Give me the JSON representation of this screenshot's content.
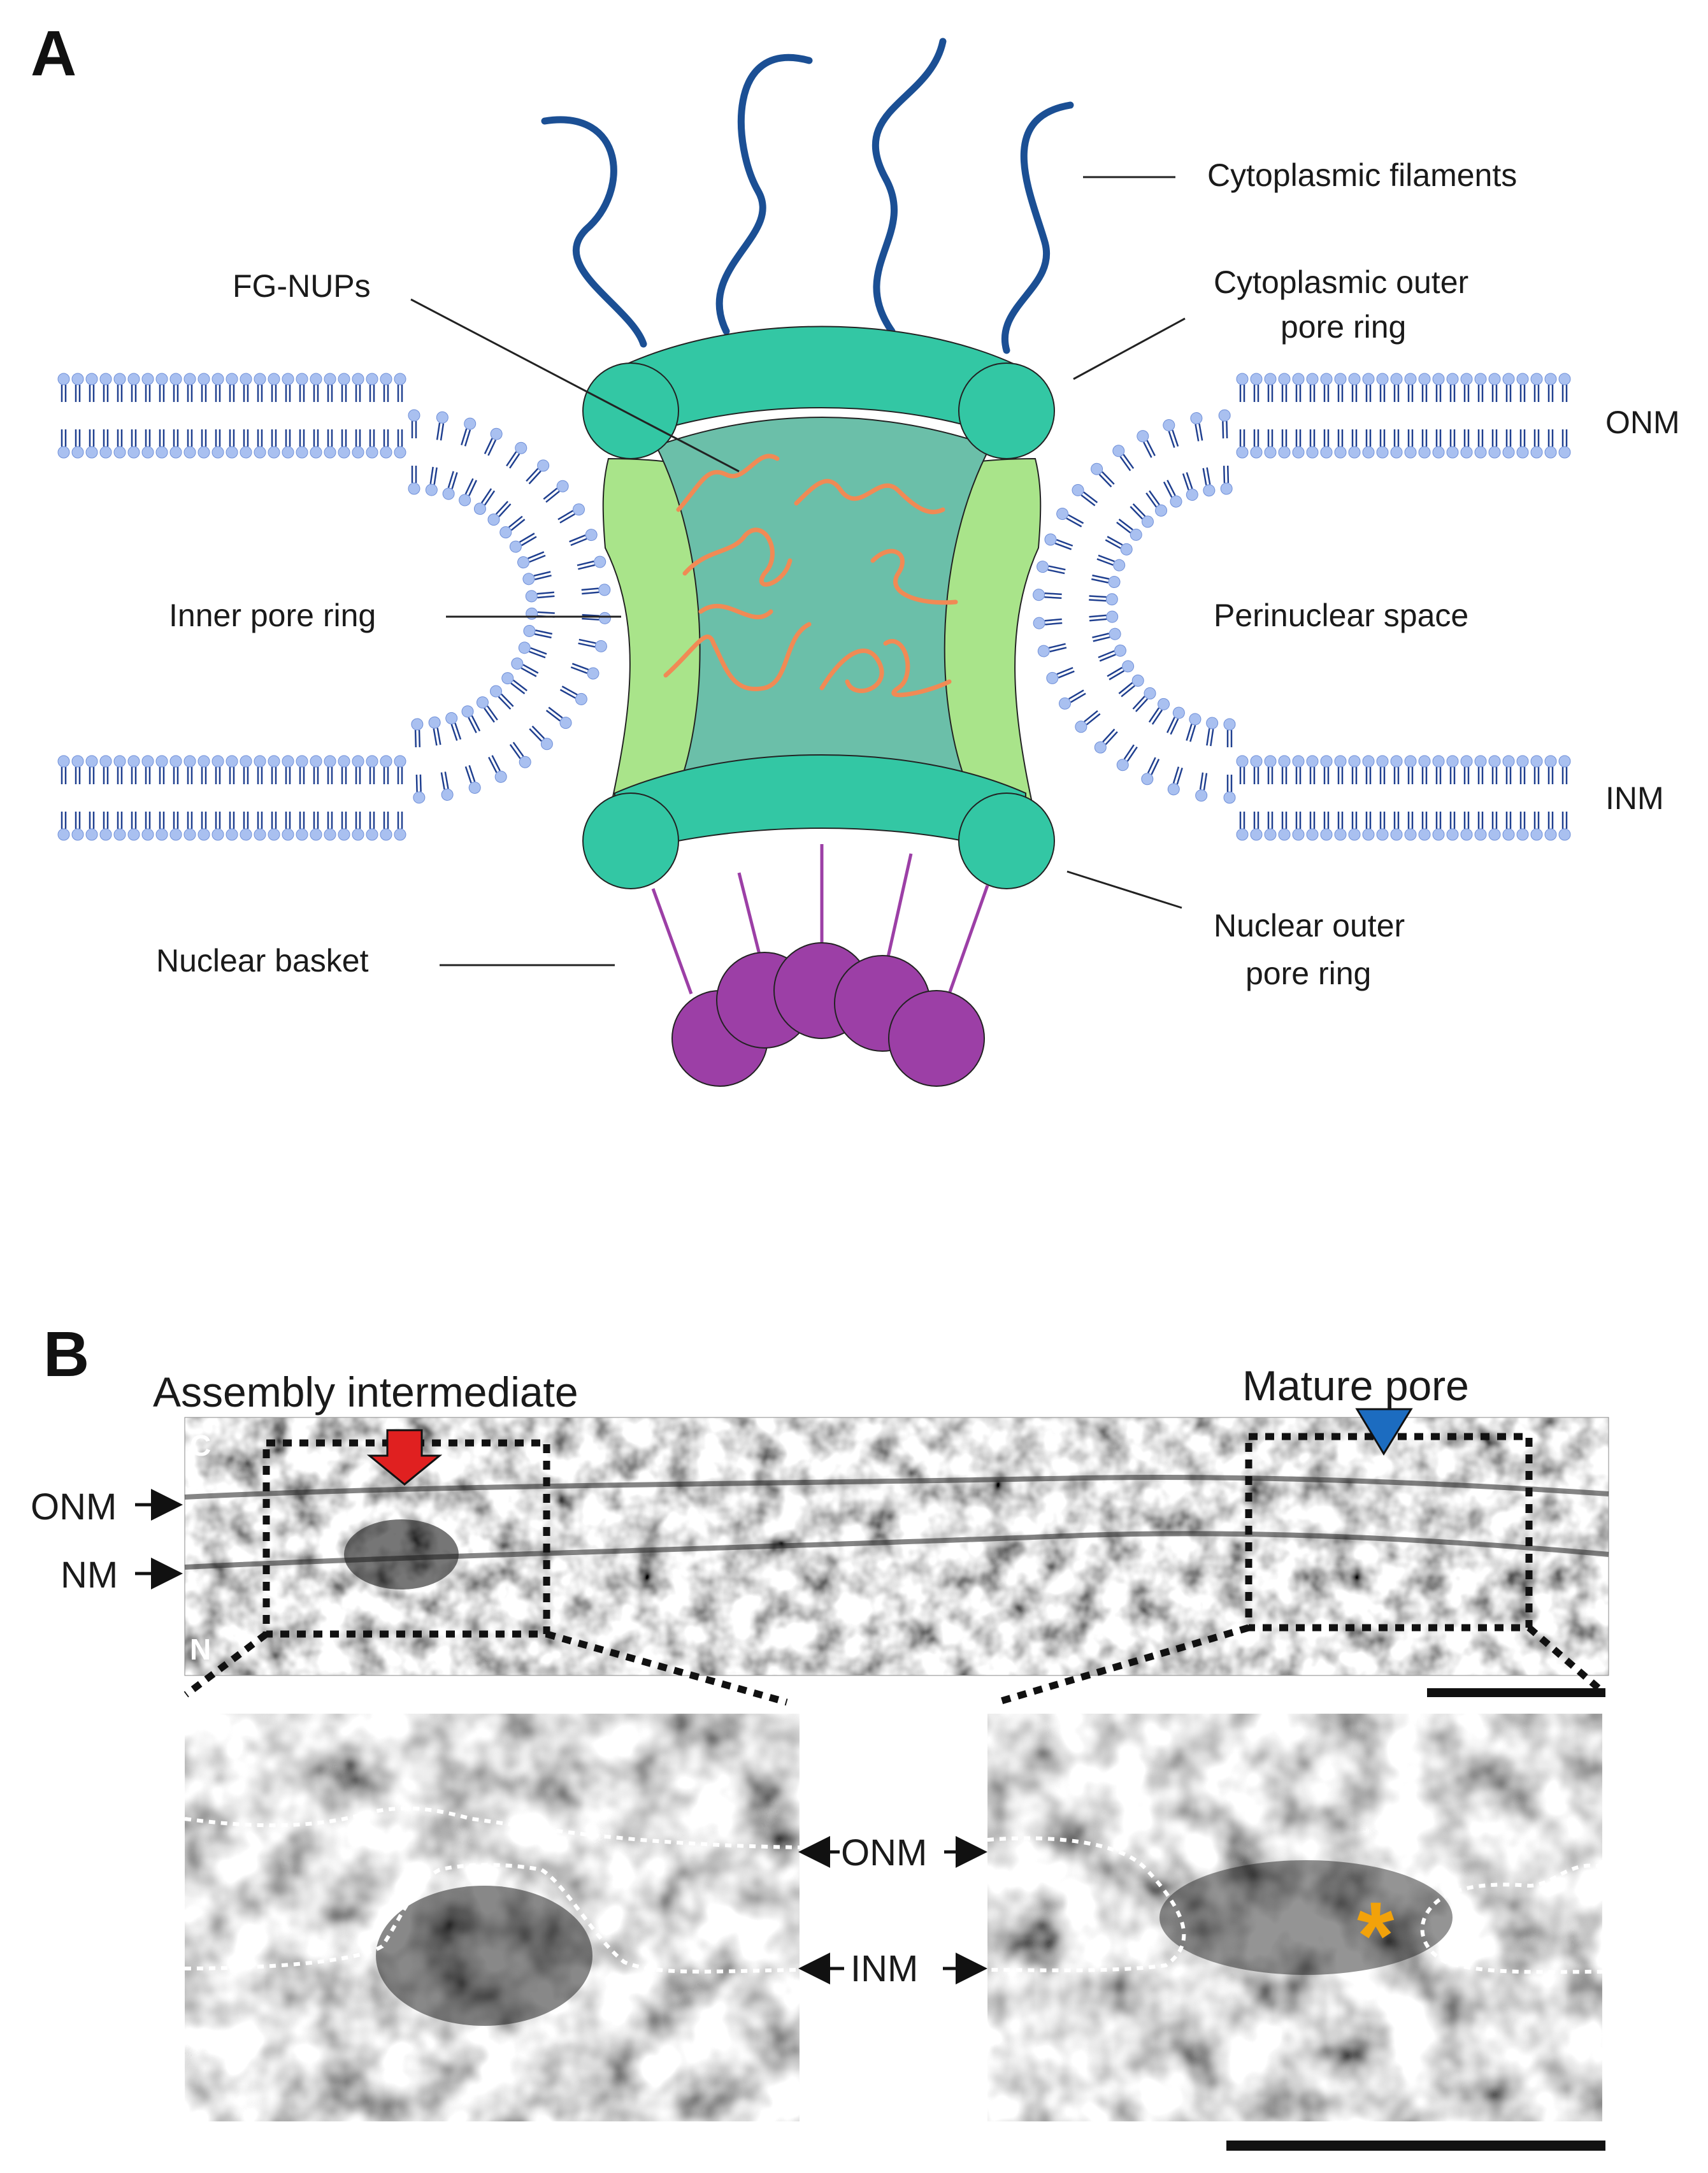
{
  "panel_a": {
    "letter": "A",
    "labels": {
      "cytoplasmic_filaments": "Cytoplasmic filaments",
      "fg_nups": "FG-NUPs",
      "cytoplasmic_outer_line1": "Cytoplasmic outer",
      "cytoplasmic_outer_line2": "pore ring",
      "onm": "ONM",
      "inner_pore_ring": "Inner pore ring",
      "perinuclear_space": "Perinuclear space",
      "inm": "INM",
      "nuclear_basket": "Nuclear basket",
      "nuclear_outer_line1": "Nuclear outer",
      "nuclear_outer_line2": "pore ring"
    },
    "colors": {
      "filament": "#1b4f94",
      "outer_ring": "#33c7a4",
      "inner_ring": "#a9e48a",
      "channel": "#6bbfa9",
      "fg_nup": "#f08a55",
      "basket": "#9c3fa6",
      "lipid_head": "#a9c0f0",
      "lipid_tail": "#1f3f8f"
    }
  },
  "panel_b": {
    "letter": "B",
    "title_left": "Assembly intermediate",
    "title_right": "Mature pore",
    "corner_c": "C",
    "corner_n": "N",
    "label_onm": "ONM",
    "label_nm": "NM",
    "label_onm_zoom": "ONM",
    "label_inm_zoom": "INM",
    "asterisk": "*",
    "colors": {
      "red_arrow": "#e02020",
      "blue_arrow": "#1c6cc0",
      "asterisk": "#f2a20a"
    }
  }
}
